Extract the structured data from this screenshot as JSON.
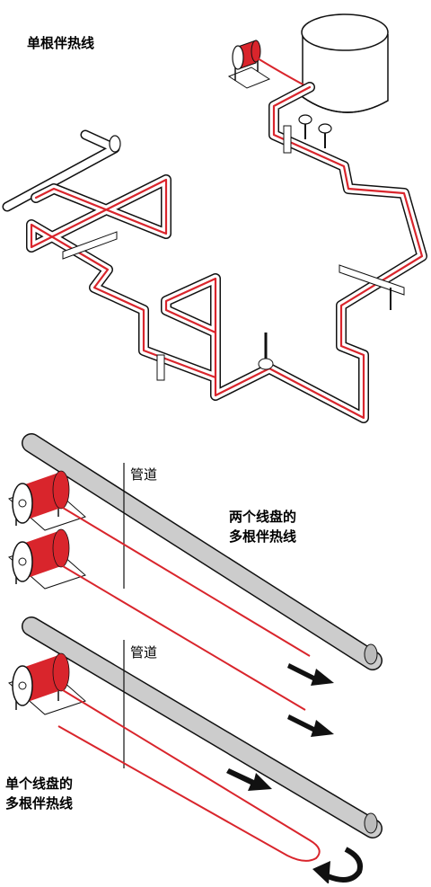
{
  "labels": {
    "single_tracing": "单根伴热线",
    "pipe_1": "管道",
    "two_spools_line1": "两个线盘的",
    "two_spools_line2": "多根伴热线",
    "pipe_2": "管道",
    "one_spool_line1": "单个线盘的",
    "one_spool_line2": "多根伴热线"
  },
  "colors": {
    "heat_cable": "#d9252c",
    "pipe_fill": "#cccccc",
    "outline": "#111111",
    "arrow": "#111111"
  }
}
